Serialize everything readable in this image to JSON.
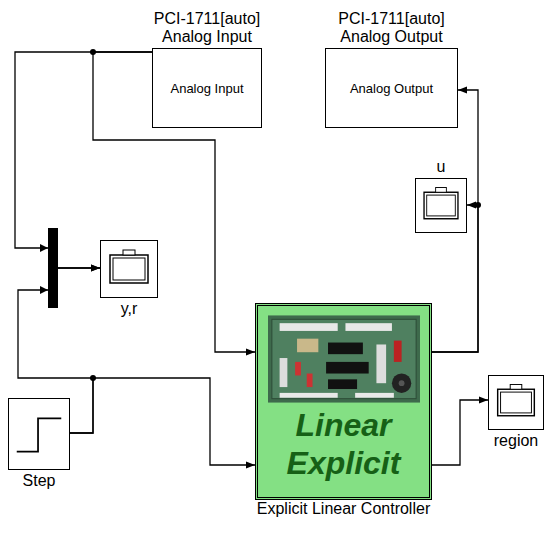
{
  "diagram": {
    "nodes": [
      {
        "text": [
          "PCI-1711[auto] Analog Input",
          "Analog Input"
        ]
      },
      {
        "text": [
          "PCI-1711[auto] Analog Output",
          "Analog Output"
        ]
      },
      {
        "text": [
          "u"
        ]
      },
      {
        "text": [
          "y,r"
        ]
      },
      {
        "text": [
          "Step"
        ]
      },
      {
        "text": [
          "Linear Explicit",
          "Explicit Linear Controller"
        ]
      },
      {
        "text": [
          "region"
        ]
      }
    ],
    "edges": [
      {
        "from": 0,
        "to": 5,
        "arrow": "to"
      },
      {
        "from": 0,
        "to": 3,
        "arrow": "to"
      },
      {
        "from": 4,
        "to": 3,
        "arrow": "to"
      },
      {
        "from": 4,
        "to": 5,
        "arrow": "to"
      },
      {
        "from": 5,
        "to": 1,
        "arrow": "to"
      },
      {
        "from": 5,
        "to": 2,
        "arrow": "to"
      },
      {
        "from": 5,
        "to": 6,
        "arrow": "to"
      }
    ]
  }
}
